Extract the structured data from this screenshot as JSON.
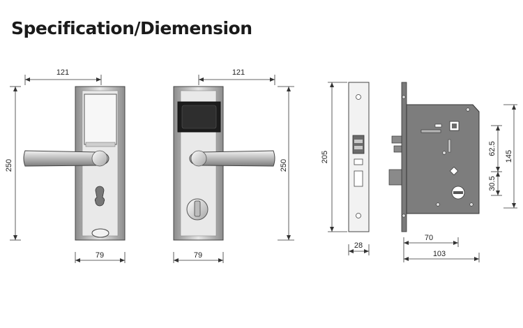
{
  "title": "Specification/Diemension",
  "dimensions": {
    "front_width": "121",
    "front_height": "250",
    "front_base": "79",
    "back_width": "121",
    "back_height": "250",
    "back_base": "79",
    "faceplate_height": "205",
    "faceplate_width": "28",
    "mortise_upper": "62.5",
    "mortise_lower": "30.5",
    "mortise_height": "145",
    "backset": "70",
    "mortise_depth": "103"
  }
}
